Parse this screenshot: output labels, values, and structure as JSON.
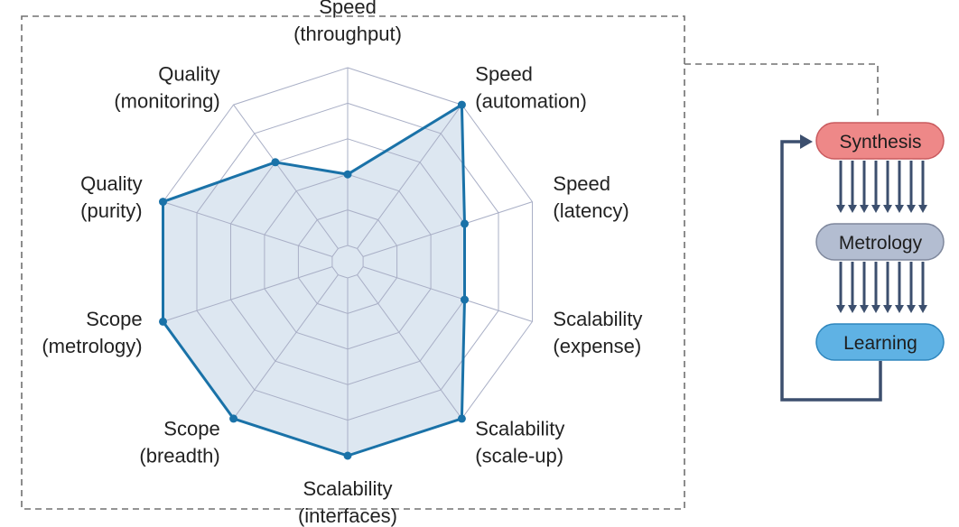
{
  "chart_data": {
    "type": "radar",
    "axes": [
      {
        "key": "speed_throughput",
        "line1": "Speed",
        "line2": "(throughput)"
      },
      {
        "key": "speed_automation",
        "line1": "Speed",
        "line2": "(automation)"
      },
      {
        "key": "speed_latency",
        "line1": "Speed",
        "line2": "(latency)"
      },
      {
        "key": "scalability_expense",
        "line1": "Scalability",
        "line2": "(expense)"
      },
      {
        "key": "scalability_scaleup",
        "line1": "Scalability",
        "line2": "(scale-up)"
      },
      {
        "key": "scalability_interfaces",
        "line1": "Scalability",
        "line2": "(interfaces)"
      },
      {
        "key": "scope_breadth",
        "line1": "Scope",
        "line2": "(breadth)"
      },
      {
        "key": "scope_metrology",
        "line1": "Scope",
        "line2": "(metrology)"
      },
      {
        "key": "quality_purity",
        "line1": "Quality",
        "line2": "(purity)"
      },
      {
        "key": "quality_monitoring",
        "line1": "Quality",
        "line2": "(monitoring)"
      }
    ],
    "levels": 5,
    "values": [
      2,
      5,
      3,
      3,
      5,
      5,
      5,
      5,
      5,
      3
    ],
    "ylim": [
      0,
      5
    ],
    "grid": true,
    "colors": {
      "series_line": "#1a72a8",
      "series_fill": "#dde7f1",
      "grid": "#a9afc6"
    }
  },
  "workflow": {
    "steps": [
      {
        "label": "Synthesis",
        "fill": "#ee8888",
        "stroke": "#c95a5e"
      },
      {
        "label": "Metrology",
        "fill": "#b3bdd1",
        "stroke": "#7e879c"
      },
      {
        "label": "Learning",
        "fill": "#5fb2e4",
        "stroke": "#2f86bd"
      }
    ],
    "arrow_color": "#3c4f6e",
    "frame_color": "#707070"
  }
}
